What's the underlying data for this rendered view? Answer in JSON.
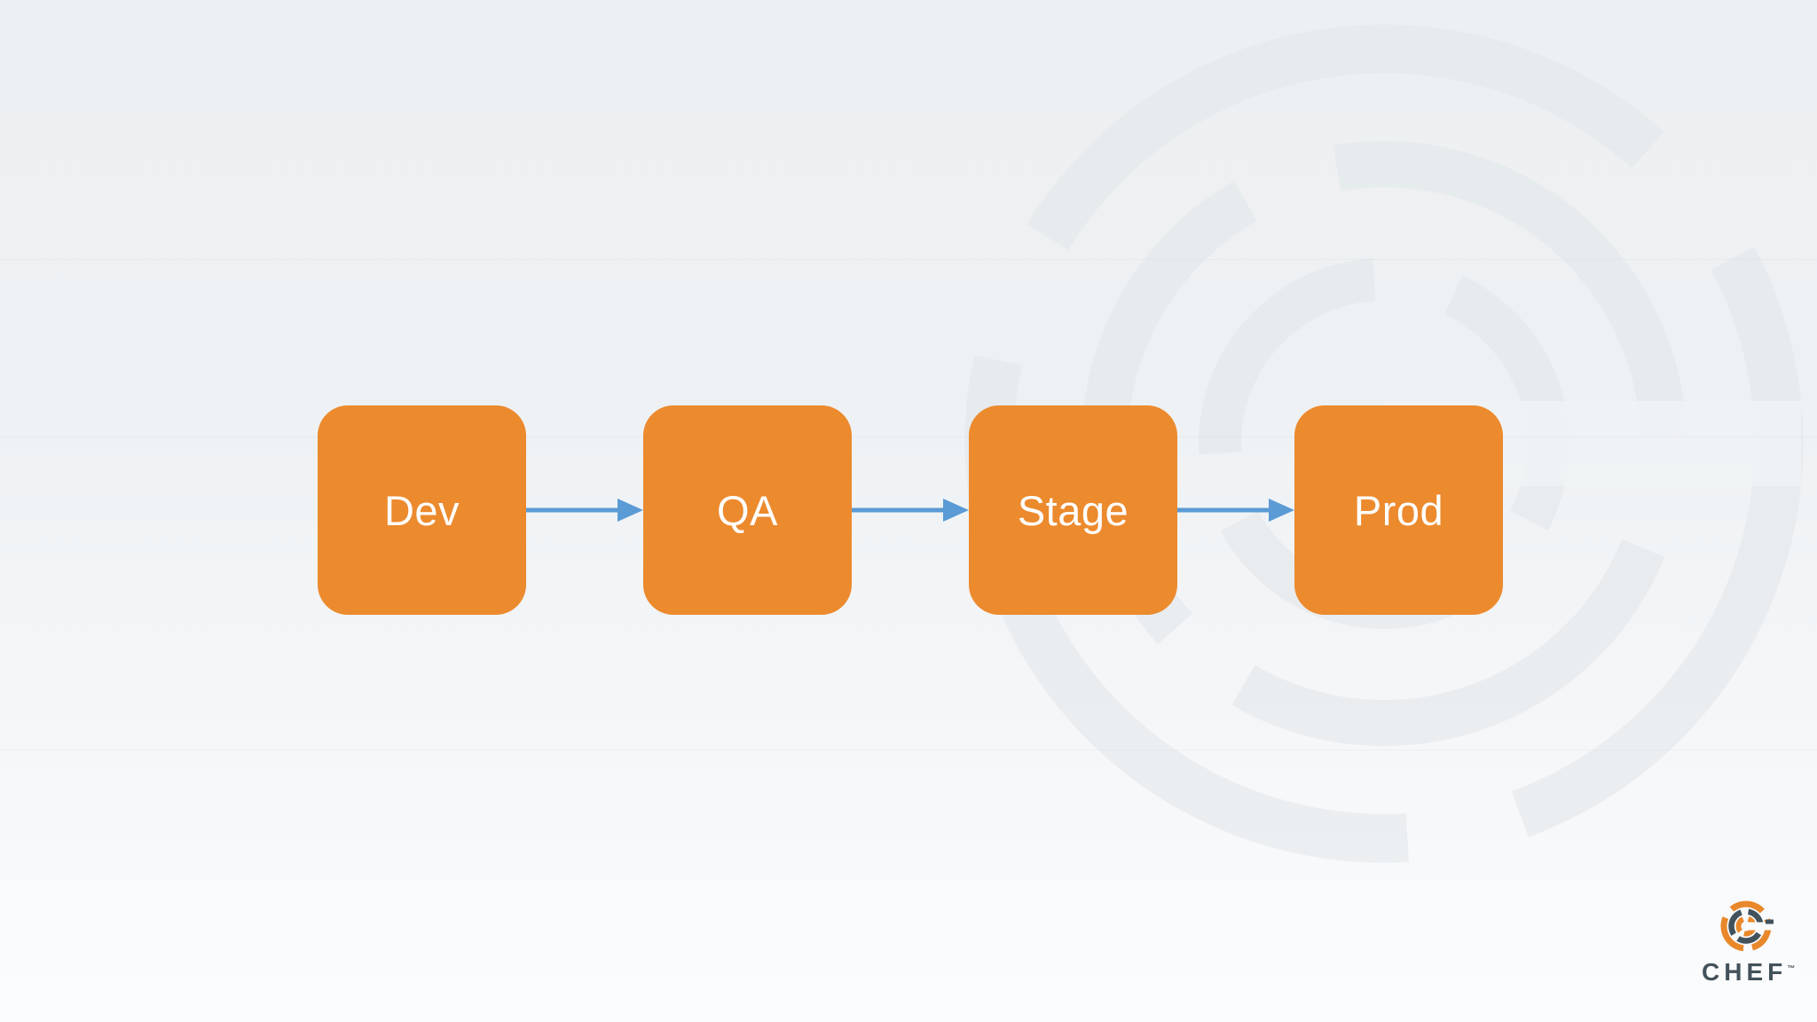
{
  "slide": {
    "pipeline": {
      "stages": [
        {
          "label": "Dev"
        },
        {
          "label": "QA"
        },
        {
          "label": "Stage"
        },
        {
          "label": "Prod"
        }
      ],
      "box_color": "#EC8A2E",
      "box_text_color": "#FFFFFF",
      "arrow_color": "#5B9BD5"
    },
    "branding": {
      "wordmark": "CHEF",
      "trademark": "™",
      "wordmark_color": "#43525A",
      "logo_orange": "#E8882B",
      "logo_slate": "#41525C",
      "logo_icon": "chef-logo-icon"
    },
    "background": {
      "top_color": "#EDF0F2",
      "bottom_color": "#FBFCFE",
      "watermark_icon": "chef-watermark-icon",
      "watermark_color": "#E2E7EA"
    }
  }
}
